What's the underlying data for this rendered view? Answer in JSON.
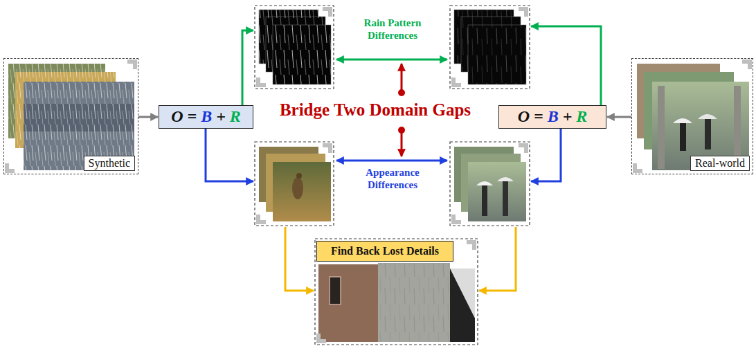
{
  "diagram": {
    "nodes": [
      {
        "text": [
          "Synthetic"
        ]
      },
      {
        "text": [
          "O = B + R"
        ]
      },
      {
        "text": [
          "O = B + R"
        ]
      },
      {
        "text": [
          "Real-world"
        ]
      },
      {
        "text": [
          "Find Back Lost Details"
        ]
      }
    ],
    "edges": [
      {
        "from": 0,
        "to": 1,
        "arrow": "to"
      },
      {
        "from": 3,
        "to": 2,
        "arrow": "to"
      }
    ],
    "labels": [
      "Rain Pattern Differences",
      "Bridge Two Domain Gaps",
      "Appearance Differences"
    ]
  }
}
